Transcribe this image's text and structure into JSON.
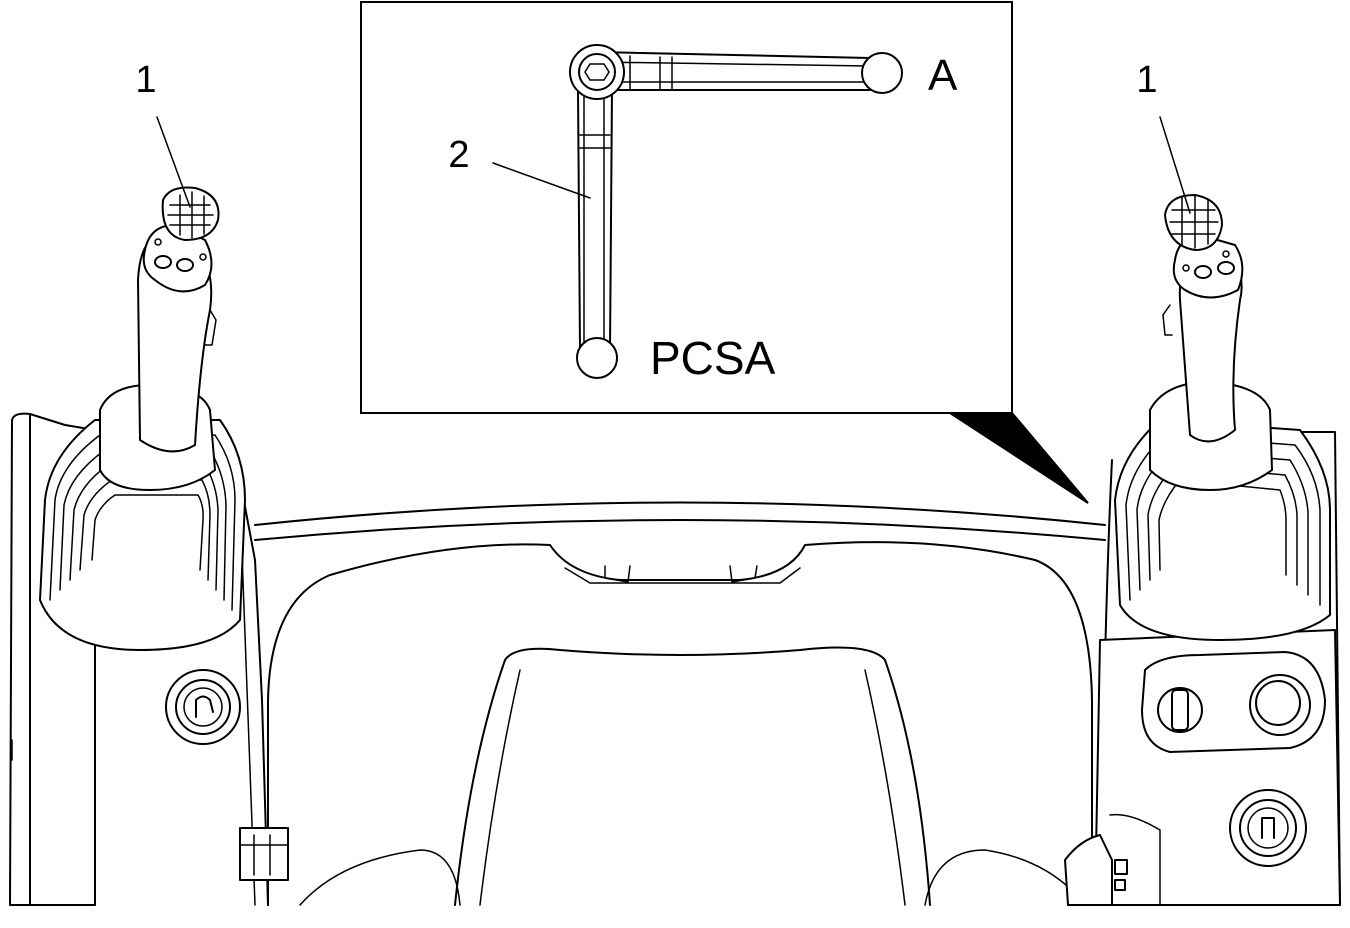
{
  "callouts": {
    "left_joystick": "1",
    "right_joystick": "1",
    "lever": "2",
    "position_a": "A",
    "position_pcsa": "PCSA"
  },
  "colors": {
    "line": "#000000",
    "background": "#ffffff"
  }
}
